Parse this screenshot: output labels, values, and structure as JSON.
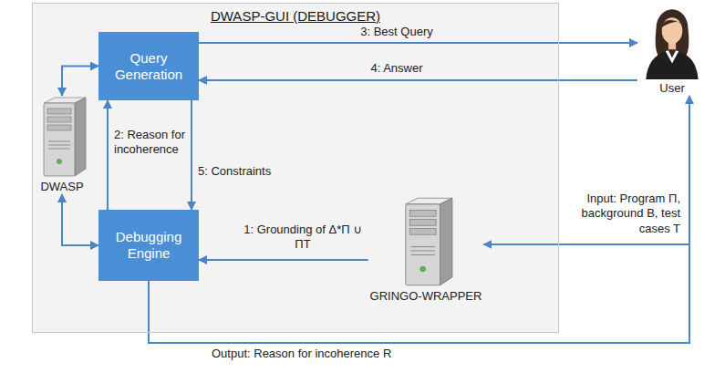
{
  "diagram": {
    "nodes": [
      {
        "text": [
          "DWASP-GUI (DEBUGGER)"
        ]
      },
      {
        "text": [
          "Query Generation"
        ],
        "in": 0
      },
      {
        "text": [
          "DWASP"
        ],
        "in": 0
      },
      {
        "text": [
          "Debugging Engine"
        ],
        "in": 0
      },
      {
        "text": [
          "GRINGO-WRAPPER"
        ],
        "in": 0
      },
      {
        "text": [
          "User"
        ]
      }
    ],
    "edges": [
      {
        "from": 1,
        "to": 5,
        "label": "3: Best Query",
        "arrow": "to"
      },
      {
        "from": 5,
        "to": 1,
        "label": "4: Answer",
        "arrow": "to"
      },
      {
        "from": 3,
        "to": 1,
        "label": "2: Reason for incoherence",
        "arrow": "to"
      },
      {
        "from": 1,
        "to": 3,
        "label": "5: Constraints",
        "arrow": "to"
      },
      {
        "from": 4,
        "to": 3,
        "label": "1: Grounding of Δ*Π ∪ ΠT",
        "arrow": "to"
      },
      {
        "from": 5,
        "to": 4,
        "label": "Input: Program Π, background B, test cases T",
        "arrow": "to"
      },
      {
        "from": 3,
        "to": 5,
        "label": "Output: Reason for incoherence R",
        "arrow": "to"
      },
      {
        "from": 2,
        "to": 1,
        "arrow": "both"
      },
      {
        "from": 2,
        "to": 3,
        "arrow": "both"
      }
    ]
  }
}
